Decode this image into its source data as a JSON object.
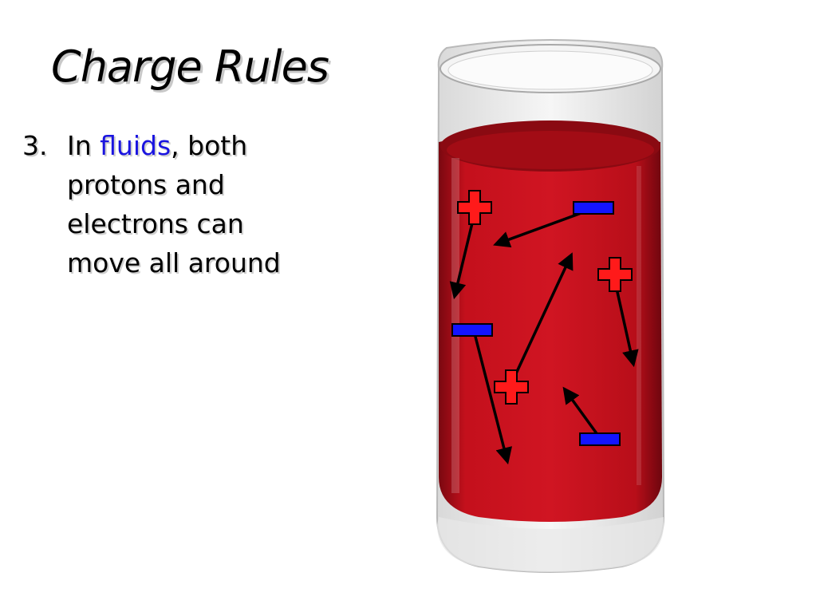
{
  "slide": {
    "title": "Charge Rules",
    "bullet": {
      "number": "3.",
      "text_before": "In ",
      "highlight": "fluids",
      "text_after": ", both protons and electrons can move all around"
    }
  },
  "colors": {
    "highlight": "#1a14e0",
    "liquid": "#c0101a",
    "positive_charge": "#ff1a1a",
    "negative_charge": "#1414ff"
  },
  "illustration": {
    "subject": "glass of red liquid",
    "charges": [
      "positive",
      "positive",
      "positive",
      "negative",
      "negative",
      "negative"
    ],
    "icons": [
      "plus-charge-icon",
      "minus-charge-icon",
      "motion-arrow-icon"
    ]
  }
}
